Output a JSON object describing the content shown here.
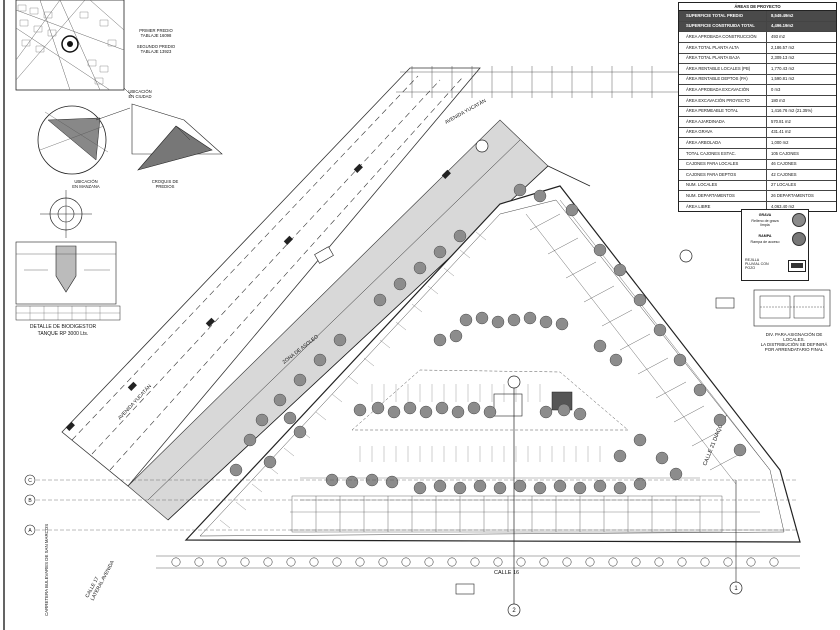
{
  "area_table": {
    "title": "ÁREAS DE PROYECTO",
    "rows": [
      {
        "label": "SUPERFICIE TOTAL PREDIO",
        "value": "8,549.49m2",
        "dark": true
      },
      {
        "label": "SUPERFICIE CONSTRUIDA TOTAL",
        "value": "4,496.19m2",
        "dark": true
      },
      {
        "label": "ÁREA APROBADA CONSTRUCCIÓN",
        "value": "493 m2",
        "dark": false
      },
      {
        "label": "ÁREA TOTAL PLANTA ALTA",
        "value": "2,186.57 m2",
        "dark": false
      },
      {
        "label": "ÁREA TOTAL PLANTA BAJA",
        "value": "2,309.13 m2",
        "dark": false
      },
      {
        "label": "ÁREA RENTABLE LOCALES (PB)",
        "value": "1,770.43 m2",
        "dark": false
      },
      {
        "label": "ÁREA RENTABLE DEPTOS (PA)",
        "value": "1,590.81 m2",
        "dark": false
      },
      {
        "label": "ÁREA APROBADA EXCAVACIÓN",
        "value": "0 m3",
        "dark": false
      },
      {
        "label": "ÁREA EXCAVACIÓN PROYECTO",
        "value": "180 m3",
        "dark": false
      },
      {
        "label": "ÁREA PERMEABLE TOTAL",
        "value": "1,416.76 m2 (21.35%)",
        "dark": false
      },
      {
        "label": "ÁREA AJARDINADA",
        "value": "570.81 m2",
        "dark": false
      },
      {
        "label": "ÁREA GRAVA",
        "value": "431.41 m2",
        "dark": false
      },
      {
        "label": "ÁREA ARBOLADA",
        "value": "1,000 m2",
        "dark": false
      },
      {
        "label": "TOTAL CAJONES ESTAC.",
        "value": "105 CAJONES",
        "dark": false
      },
      {
        "label": "CAJONES PARA LOCALES",
        "value": "46 CAJONES",
        "dark": false
      },
      {
        "label": "CAJONES PARA DEPTOS",
        "value": "42 CAJONES",
        "dark": false
      },
      {
        "label": "NUM. LOCALES",
        "value": "27 LOCALES",
        "dark": false
      },
      {
        "label": "NUM. DEPARTAMENTOS",
        "value": "26 DEPARTAMENTOS",
        "dark": false
      },
      {
        "label": "ÁREA LIBRE",
        "value": "4,063.40 m2",
        "dark": false
      }
    ]
  },
  "location": {
    "first_parcel": "PRIMER PREDIO\nTABLAJE 16098",
    "second_parcel": "SEGUNDO PREDIO\nTABLAJE 13923",
    "city_label": "UBICACIÓN\nEN CIUDAD",
    "block_label": "UBICACIÓN\nEN MANZANA",
    "sketch_label": "CROQUIS DE\nPREDIOS"
  },
  "biodigester": {
    "title": "DETALLE DE BIODIGESTOR",
    "subtitle": "TANQUE RP 3000 Lts."
  },
  "streets": {
    "avenida_top": "AVENIDA YUCATÁN",
    "avenida_left": "AVENIDA YUCATÁN",
    "calle_21": "CALLE 21 DIAGONAL",
    "calle_16": "CALLE 16",
    "calle_17": "CALLE 17\nLATERAL AVENIDA",
    "vertical_left": "CARRETERA BULEVARES DE SAN MARCOS"
  },
  "zones": {
    "maneuver": "ZONA DE ASOLEO"
  },
  "legend": {
    "grava": "GRAVA",
    "grava_desc": "Relleno de grava\nlimpia",
    "rampa": "RAMPA",
    "rampa_desc": "Rampa de acceso",
    "rejilla": "REJILLA\nPLUVIAL CON\nPOZO"
  },
  "notes": {
    "n1": "DIV. PARA ASIGNACIÓN DE\nLOCALES.\nLA DISTRIBUCIÓN SE DEFINIRÁ\nPOR ARRENDATARIO FINAL"
  },
  "axes": {
    "left_rows": [
      "C",
      "B",
      "A"
    ],
    "bottom_nums": [
      "2",
      "1"
    ]
  },
  "colors": {
    "tree": "#8c8c8c",
    "road_dark": "#333333",
    "grid_line": "#555555"
  }
}
